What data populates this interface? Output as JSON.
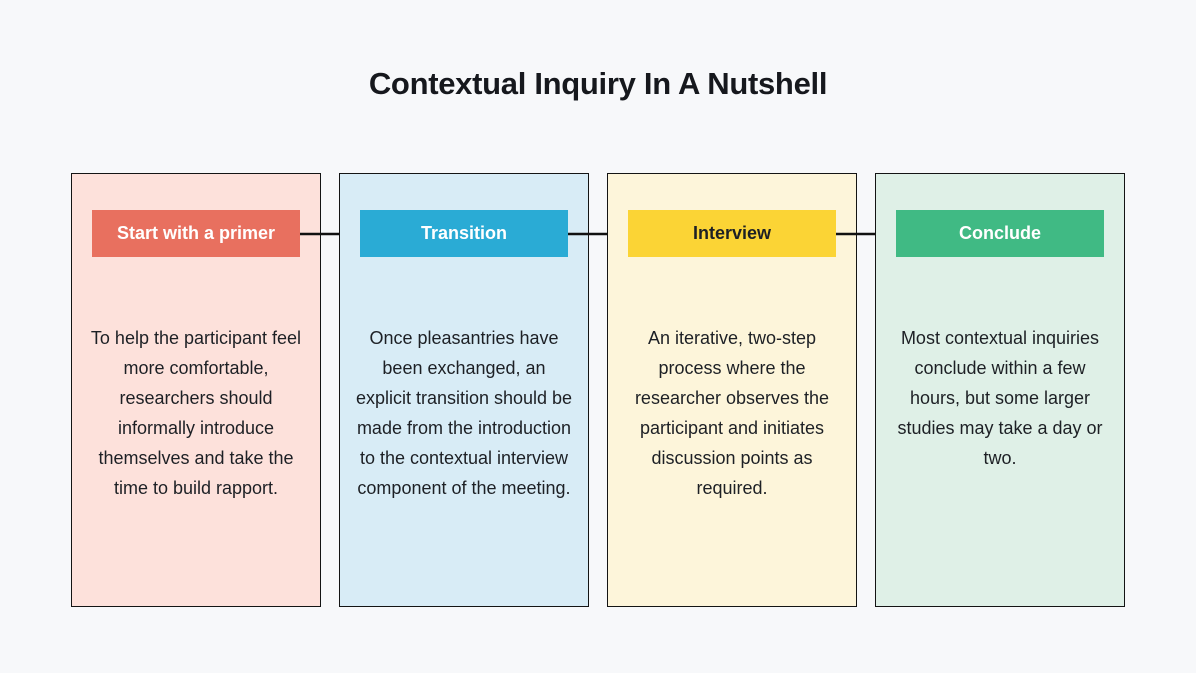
{
  "page": {
    "title": "Contextual Inquiry In A Nutshell",
    "background": "#f7f8fa"
  },
  "colors": {
    "card_border": "#141414",
    "arrow": "#111111",
    "body_text": "#1d2025",
    "title_text": "#16181d"
  },
  "steps": [
    {
      "label": "Start with a primer",
      "description": "To help the participant feel more comfortable, researchers should informally introduce themselves and take the time to build rapport.",
      "card_bg": "#fde1db",
      "badge_bg": "#e8705f",
      "badge_text_color": "#ffffff"
    },
    {
      "label": "Transition",
      "description": "Once pleasantries have been exchanged, an explicit transition should be made from the introduction to the contextual interview component of the meeting.",
      "card_bg": "#d8ecf6",
      "badge_bg": "#2aabd5",
      "badge_text_color": "#ffffff"
    },
    {
      "label": "Interview",
      "description": "An iterative, two-step process where the researcher observes the participant and initiates discussion points as required.",
      "card_bg": "#fdf5da",
      "badge_bg": "#fbd435",
      "badge_text_color": "#1d2025"
    },
    {
      "label": "Conclude",
      "description": "Most contextual inquiries conclude within a few hours, but some larger studies may take a day or two.",
      "card_bg": "#dff0e7",
      "badge_bg": "#40ba84",
      "badge_text_color": "#ffffff"
    }
  ]
}
